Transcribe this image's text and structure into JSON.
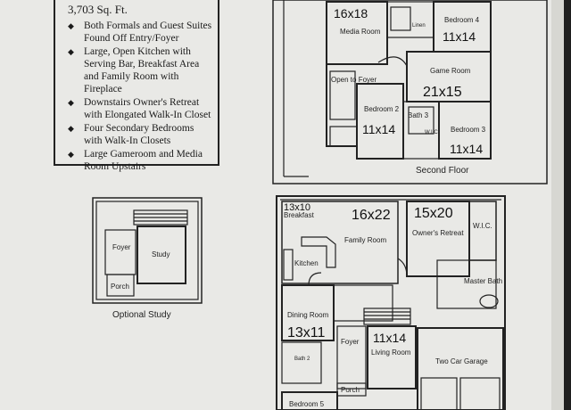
{
  "specs": {
    "sqft": "3,703 Sq. Ft.",
    "bullets": [
      "Both Formals and Guest Suites Found Off Entry/Foyer",
      "Large, Open Kitchen with Serving Bar, Breakfast Area and Family Room with Fireplace",
      "Downstairs Owner's Retreat with Elongated Walk-In Closet",
      "Four Secondary Bedrooms with Walk-In Closets",
      "Large Gameroom and Media Room Upstairs"
    ]
  },
  "second_floor": {
    "caption": "Second Floor",
    "rooms": {
      "media": "Media Room",
      "bed4": "Bedroom 4",
      "game": "Game Room",
      "open": "Open to Foyer",
      "bed2": "Bedroom 2",
      "bath3": "Bath 3",
      "bed3": "Bedroom 3",
      "linen": "Linen",
      "wic": "W.I.C."
    },
    "dims": {
      "media": "16x18",
      "bed4": "11x14",
      "game": "21x15",
      "bed2": "11x14",
      "bed3": "11x14"
    }
  },
  "optional_study": {
    "caption": "Optional Study",
    "rooms": {
      "foyer": "Foyer",
      "study": "Study",
      "porch": "Porch"
    }
  },
  "first_floor": {
    "rooms": {
      "breakfast": "Breakfast",
      "family": "Family Room",
      "owners": "Owner's Retreat",
      "wic": "W.I.C.",
      "kitchen": "Kitchen",
      "master_bath": "Master Bath",
      "dining": "Dining Room",
      "foyer": "Foyer",
      "living": "Living Room",
      "garage": "Two Car Garage",
      "bath2": "Bath 2",
      "porch": "Porch",
      "bed5": "Bedroom 5"
    },
    "dims": {
      "breakfast": "13x10",
      "family": "16x22",
      "owners": "15x20",
      "dining": "13x11",
      "living": "11x14"
    }
  }
}
